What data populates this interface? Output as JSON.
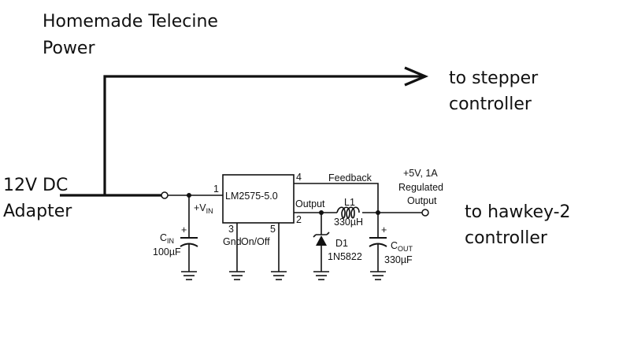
{
  "title": {
    "line1": "Homemade Telecine",
    "line2": "Power"
  },
  "input": {
    "line1": "12V DC",
    "line2": "Adapter"
  },
  "outputs": {
    "stepper": {
      "line1": "to stepper",
      "line2": "controller"
    },
    "hawkey": {
      "line1": "to hawkey-2",
      "line2": "controller"
    }
  },
  "regulator": {
    "part": "LM2575-5.0",
    "vin_main": "+V",
    "vin_sub": "IN",
    "gnd": "Gnd",
    "onoff": "On/Off",
    "feedback": "Feedback",
    "output": "Output",
    "pins": {
      "p1": "1",
      "p2": "2",
      "p3": "3",
      "p4": "4",
      "p5": "5"
    }
  },
  "cin": {
    "main": "C",
    "sub": "IN",
    "value": "100µF",
    "plus": "+"
  },
  "cout": {
    "main": "C",
    "sub": "OUT",
    "value": "330µF",
    "plus": "+"
  },
  "inductor": {
    "ref": "L1",
    "value": "330µH"
  },
  "diode": {
    "ref": "D1",
    "part": "1N5822"
  },
  "regulated": {
    "line1": "+5V, 1A",
    "line2": "Regulated",
    "line3": "Output"
  }
}
